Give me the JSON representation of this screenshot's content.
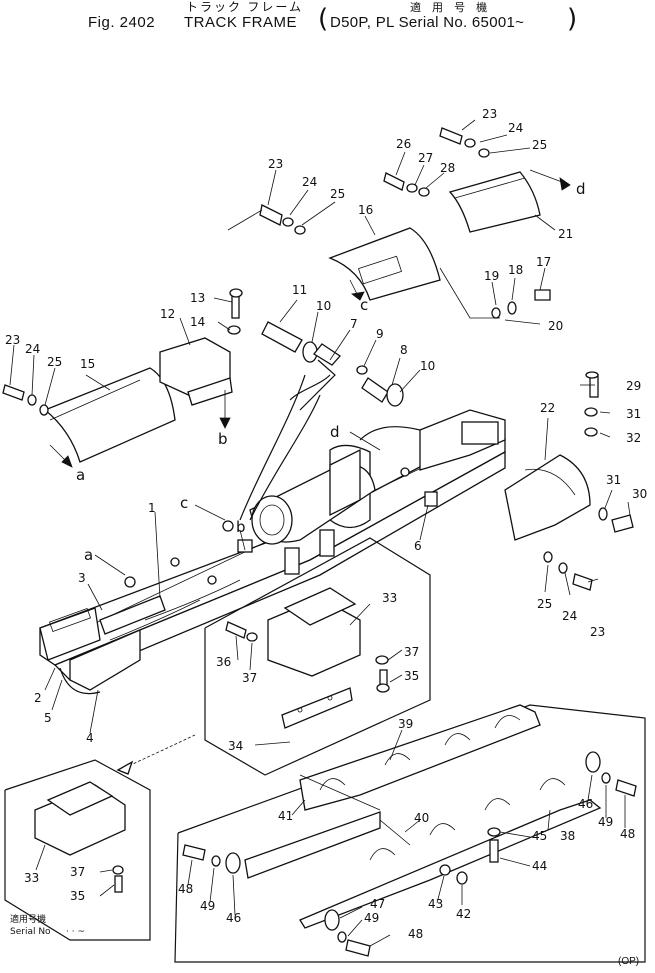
{
  "header": {
    "title_jp": "トラック フレーム",
    "fig_label": "Fig. 2402",
    "title_en": "TRACK FRAME",
    "applicability_jp": "適 用 号 機",
    "serial": "D50P, PL Serial No. 65001~",
    "paren_open": "(",
    "paren_close": ")"
  },
  "inset": {
    "applicability_jp": "適用号機",
    "serial_label": "Serial No",
    "serial_value": "· · ~"
  },
  "corner_code": "(OP)",
  "callouts": [
    "1",
    "2",
    "3",
    "4",
    "5",
    "6",
    "7",
    "8",
    "9",
    "10",
    "10",
    "11",
    "12",
    "13",
    "14",
    "15",
    "16",
    "17",
    "18",
    "19",
    "20",
    "21",
    "22",
    "23",
    "23",
    "23",
    "23",
    "24",
    "24",
    "24",
    "24",
    "25",
    "25",
    "25",
    "25",
    "26",
    "27",
    "28",
    "29",
    "30",
    "31",
    "31",
    "32",
    "33",
    "33",
    "34",
    "35",
    "35",
    "36",
    "37",
    "37",
    "37",
    "38",
    "39",
    "40",
    "41",
    "42",
    "43",
    "44",
    "45",
    "46",
    "46",
    "47",
    "48",
    "48",
    "48",
    "49",
    "49",
    "49"
  ],
  "reference_letters": [
    "a",
    "a",
    "b",
    "b",
    "c",
    "c",
    "d",
    "d"
  ]
}
